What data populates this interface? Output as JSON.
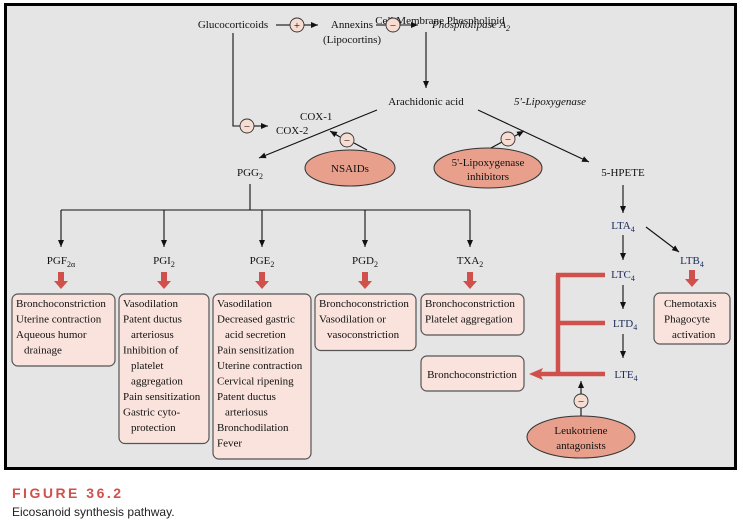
{
  "nodes": {
    "membrane": "Cell Membrane Phospholipid",
    "glucocorticoids": "Glucocorticoids",
    "annexins": "Annexins",
    "lipocortins": "(Lipocortins)",
    "phospholipase": "Phospholipase A",
    "phospholipase_sub": "2",
    "arachidonic": "Arachidonic acid",
    "lipoxygenase": "5'-Lipoxygenase",
    "cox1": "COX-1",
    "cox2": "COX-2",
    "pgg": "PGG",
    "pgg_sub": "2",
    "hpete": "5-HPETE",
    "lta": "LTA",
    "lta_sub": "4",
    "ltb": "LTB",
    "ltb_sub": "4",
    "ltc": "LTC",
    "ltc_sub": "4",
    "ltd": "LTD",
    "ltd_sub": "4",
    "lte": "LTE",
    "lte_sub": "4"
  },
  "signs": {
    "plus": "+",
    "minus": "−"
  },
  "inhibitors": {
    "nsaids": "NSAIDs",
    "lox_inhib_1": "5'-Lipoxygenase",
    "lox_inhib_2": "inhibitors",
    "leuko_1": "Leukotriene",
    "leuko_2": "antagonists"
  },
  "prostanoids": [
    {
      "name": "PGF",
      "sub": "2α",
      "effects": [
        "Bronchoconstriction",
        "Uterine contraction",
        "Aqueous humor",
        "  drainage"
      ]
    },
    {
      "name": "PGI",
      "sub": "2",
      "effects": [
        "Vasodilation",
        "Patent ductus",
        "  arteriosus",
        "Inhibition of",
        "  platelet",
        "  aggregation",
        "Pain sensitization",
        "Gastric cyto-",
        "  protection"
      ]
    },
    {
      "name": "PGE",
      "sub": "2",
      "effects": [
        "Vasodilation",
        "Decreased gastric",
        "  acid secretion",
        "Pain sensitization",
        "Uterine contraction",
        "Cervical ripening",
        "Patent ductus",
        "  arteriosus",
        "Bronchodilation",
        "Fever"
      ]
    },
    {
      "name": "PGD",
      "sub": "2",
      "effects": [
        "Bronchoconstriction",
        "Vasodilation or",
        "  vasoconstriction"
      ]
    },
    {
      "name": "TXA",
      "sub": "2",
      "effects": [
        "Bronchoconstriction",
        "Platelet aggregation"
      ]
    }
  ],
  "leukotriene_effects": {
    "ltb4": [
      "Chemotaxis",
      "Phagocyte",
      "  activation"
    ],
    "cysteinyl": [
      "Bronchoconstriction"
    ]
  },
  "caption": {
    "title": "FIGURE 36.2",
    "text": "Eicosanoid synthesis pathway."
  },
  "colors": {
    "accent_red": "#d0504c",
    "box_fill": "#f9e3dc",
    "ellipse_fill": "#e8a08d",
    "background": "#e5e5e5"
  }
}
